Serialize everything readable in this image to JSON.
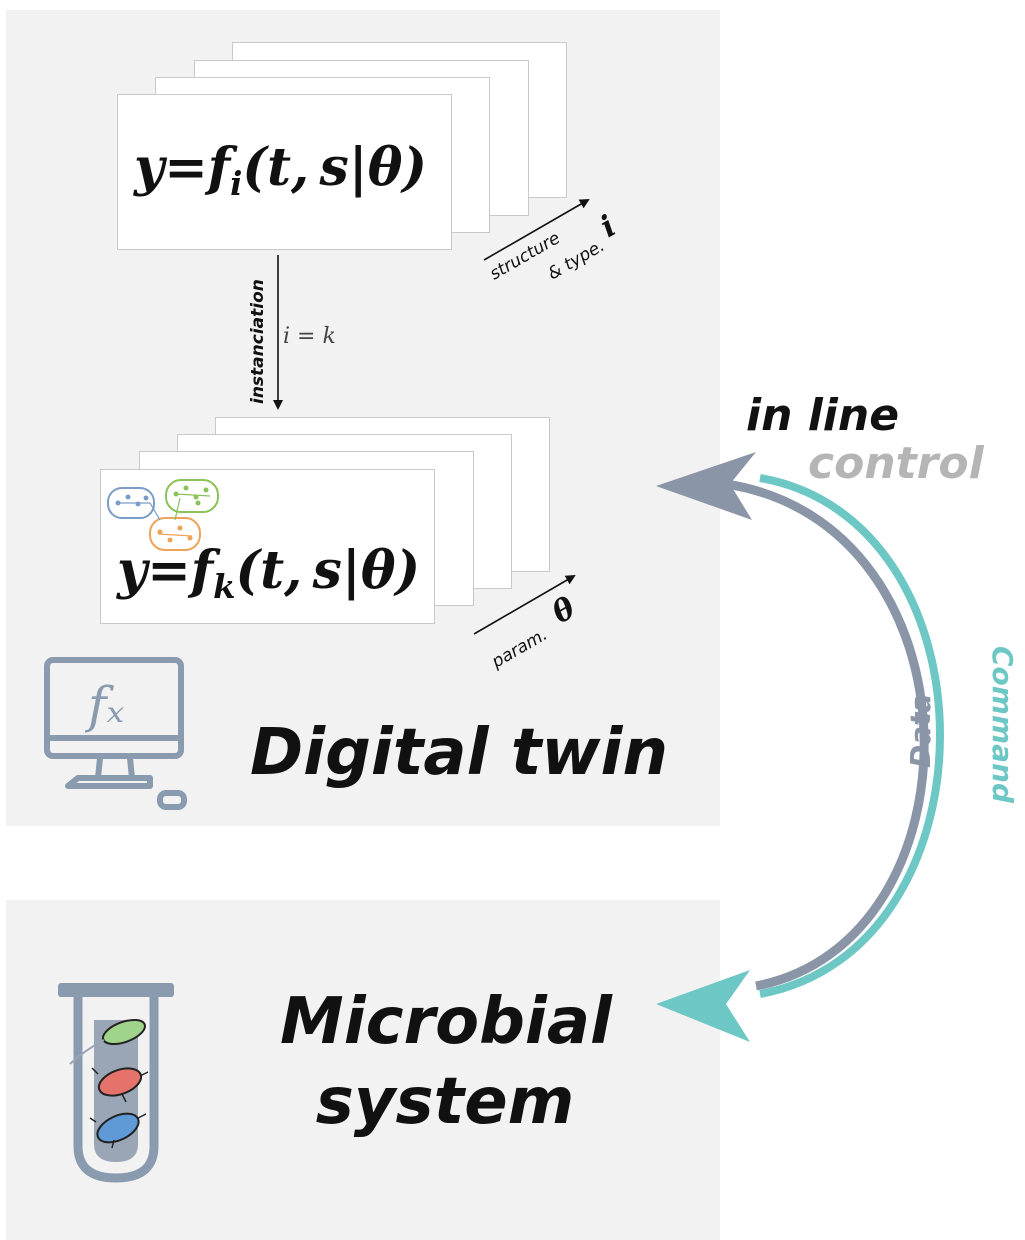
{
  "top_formula": {
    "lhs": "y",
    "eq": "=",
    "func": "f",
    "sub": "i",
    "args": "(t, s|θ)"
  },
  "bottom_formula": {
    "lhs": "y",
    "eq": "=",
    "func": "f",
    "sub": "k",
    "args": "(t, s|θ)"
  },
  "instanciation": {
    "label": "instanciation",
    "condition": "i = k"
  },
  "axis_structure": {
    "line1": "structure",
    "line2": "& type.",
    "symbol": "i"
  },
  "axis_param": {
    "label": "param.",
    "symbol": "θ"
  },
  "digital_twin_label": "Digital twin",
  "microbial_label": {
    "line1": "Microbial",
    "line2": "system"
  },
  "control_label": {
    "line1": "in line",
    "line2": "control"
  },
  "loop_labels": {
    "data": "Data",
    "command": "Command"
  },
  "computer_icon_glyph": "fₓ",
  "icons": [
    "computer-fx-icon",
    "test-tube-icon",
    "network-icon"
  ],
  "colors": {
    "data": "#8a95a8",
    "command": "#6cc7c5",
    "panel": "#f2f2f2",
    "icon": "#8a9bb0",
    "control_grey": "#b5b5b5"
  }
}
